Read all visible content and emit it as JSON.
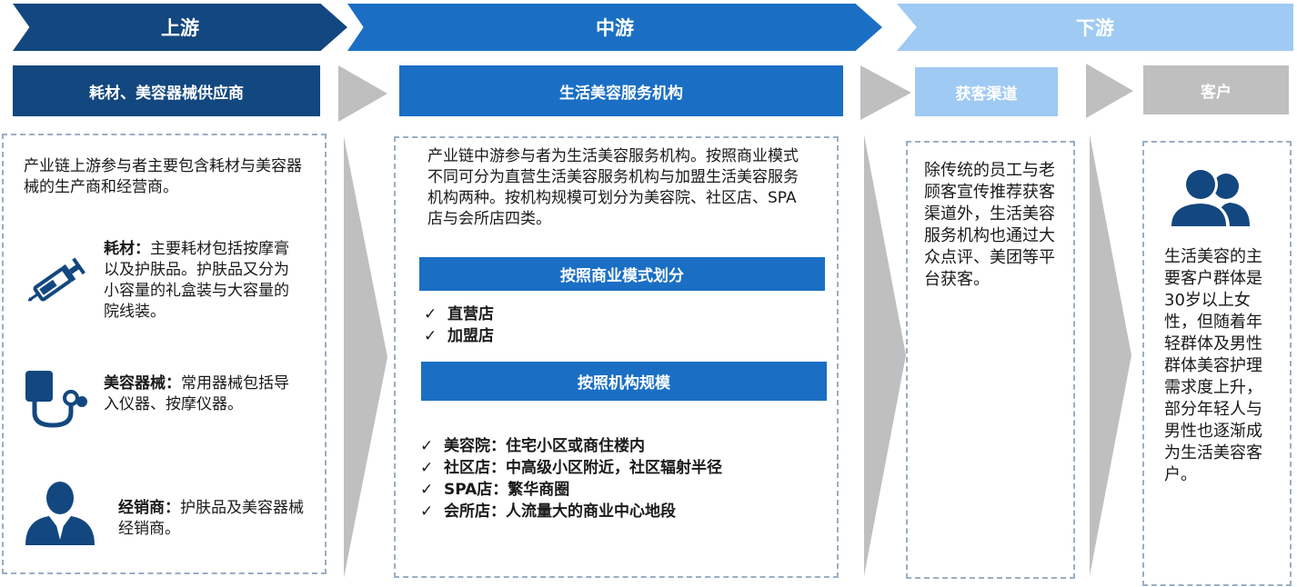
{
  "stages": {
    "upstream": "上游",
    "midstream": "中游",
    "downstream": "下游"
  },
  "categories": {
    "upstream": "耗材、美容器械供应商",
    "midstream": "生活美容服务机构",
    "channel": "获客渠道",
    "customer": "客户"
  },
  "upstream": {
    "intro": "产业链上游参与者主要包含耗材与美容器械的生产商和经营商。",
    "items": [
      {
        "icon": "syringe-icon",
        "title": "耗材：",
        "text": "主要耗材包括按摩膏以及护肤品。护肤品又分为小容量的礼盒装与大容量的院线装。"
      },
      {
        "icon": "stethoscope-icon",
        "title": "美容器械：",
        "text": "常用器械包括导入仪器、按摩仪器。"
      },
      {
        "icon": "businessman-icon",
        "title": "经销商：",
        "text": "护肤品及美容器械经销商。"
      }
    ]
  },
  "midstream": {
    "intro": "产业链中游参与者为生活美容服务机构。按照商业模式不同可分为直营生活美容服务机构与加盟生活美容服务机构两种。按机构规模可划分为美容院、社区店、SPA店与会所店四类。",
    "section1_title": "按照商业模式划分",
    "section1_items": [
      "直营店",
      "加盟店"
    ],
    "section2_title": "按照机构规模",
    "section2_items": [
      "美容院：住宅小区或商住楼内",
      "社区店：中高级小区附近，社区辐射半径",
      "SPA店：繁华商圈",
      "会所店：人流量大的商业中心地段"
    ],
    "check_mark": "✓"
  },
  "channel": {
    "text": "除传统的员工与老顾客宣传推荐获客渠道外，生活美容服务机构也通过大众点评、美团等平台获客。"
  },
  "customer": {
    "icon": "users-icon",
    "text": "生活美容的主要客户群体是30岁以上女性，但随着年轻群体及男性群体美容护理需求度上升，部分年轻人与男性也逐渐成为生活美容客户。"
  },
  "colors": {
    "dark_blue": "#13477f",
    "mid_blue": "#1a6fc4",
    "light_blue": "#9fcaf3",
    "grey": "#bfbfbf",
    "dashed_border": "#9aaec4"
  }
}
